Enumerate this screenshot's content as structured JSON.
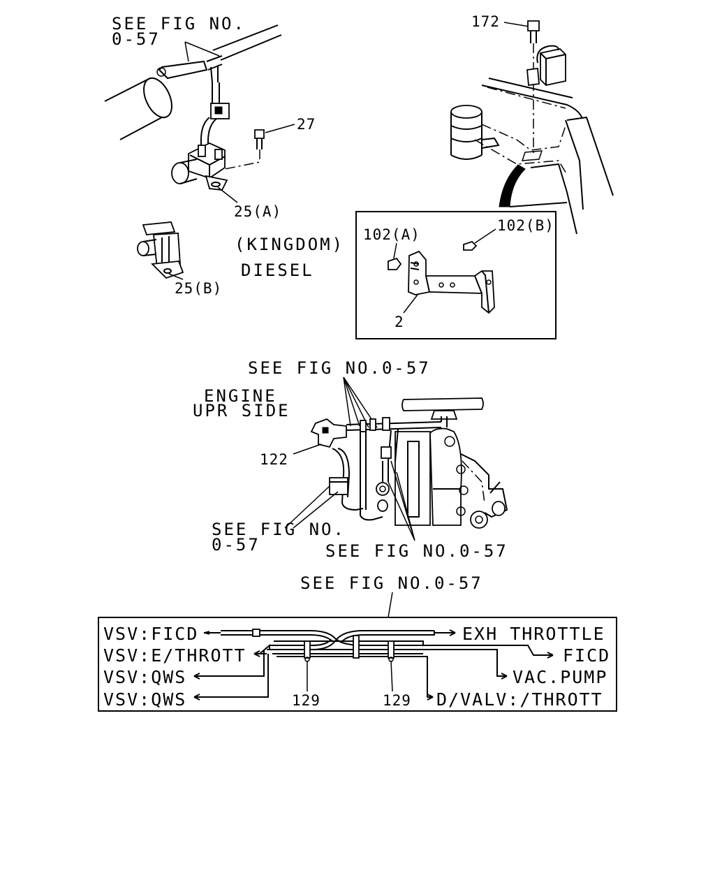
{
  "top_left": {
    "see_fig_line1": "SEE FIG NO.",
    "see_fig_line2": "0-57",
    "part_27": "27",
    "part_25a": "25(A)",
    "part_25b": "25(B)",
    "kingdom": "(KINGDOM)",
    "diesel": "DIESEL"
  },
  "top_right": {
    "part_172": "172",
    "part_102a": "102(A)",
    "part_102b": "102(B)",
    "part_2": "2"
  },
  "middle": {
    "see_fig_top": "SEE FIG NO.0-57",
    "engine_line1": "ENGINE",
    "engine_line2": "UPR SIDE",
    "part_122": "122",
    "see_fig_left_line1": "SEE FIG NO.",
    "see_fig_left_line2": "0-57",
    "see_fig_right": "SEE FIG NO.0-57"
  },
  "hose_diagram": {
    "see_fig": "SEE FIG NO.0-57",
    "left_labels": [
      "VSV:FICD",
      "VSV:E/THROTT",
      "VSV:QWS",
      "VSV:QWS"
    ],
    "right_labels": [
      "EXH THROTTLE",
      "FICD",
      "VAC.PUMP",
      "D/VALV:/THROTT"
    ],
    "clamp_labels": [
      "129",
      "129"
    ]
  }
}
